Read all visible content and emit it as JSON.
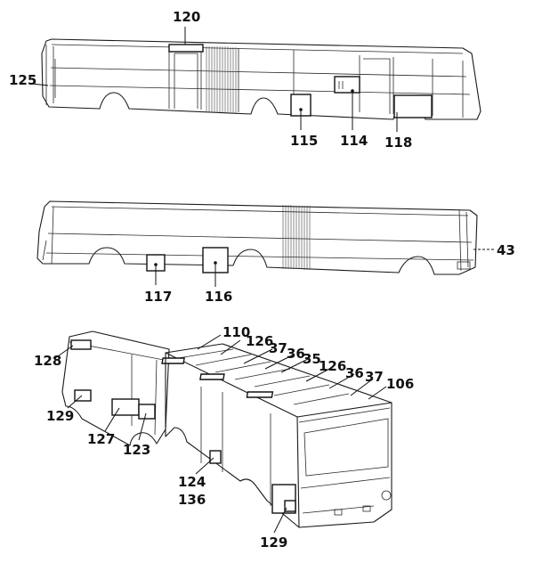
{
  "figure": {
    "views": [
      {
        "id": "side-view-right",
        "labels": [
          "120",
          "125",
          "115",
          "114",
          "118"
        ]
      },
      {
        "id": "side-view-left",
        "labels": [
          "43",
          "117",
          "116"
        ]
      },
      {
        "id": "perspective-view",
        "labels": [
          "110",
          "126",
          "37",
          "36",
          "35",
          "126",
          "36",
          "37",
          "106",
          "128",
          "129",
          "127",
          "123",
          "124",
          "136",
          "129"
        ]
      }
    ]
  },
  "labels": {
    "l120": "120",
    "l125": "125",
    "l115": "115",
    "l114": "114",
    "l118": "118",
    "l43": "43",
    "l117": "117",
    "l116": "116",
    "l110": "110",
    "l126a": "126",
    "l37a": "37",
    "l36a": "36",
    "l35": "35",
    "l126b": "126",
    "l36b": "36",
    "l37b": "37",
    "l106": "106",
    "l128": "128",
    "l129a": "129",
    "l127": "127",
    "l123": "123",
    "l124": "124",
    "l136": "136",
    "l129b": "129"
  }
}
